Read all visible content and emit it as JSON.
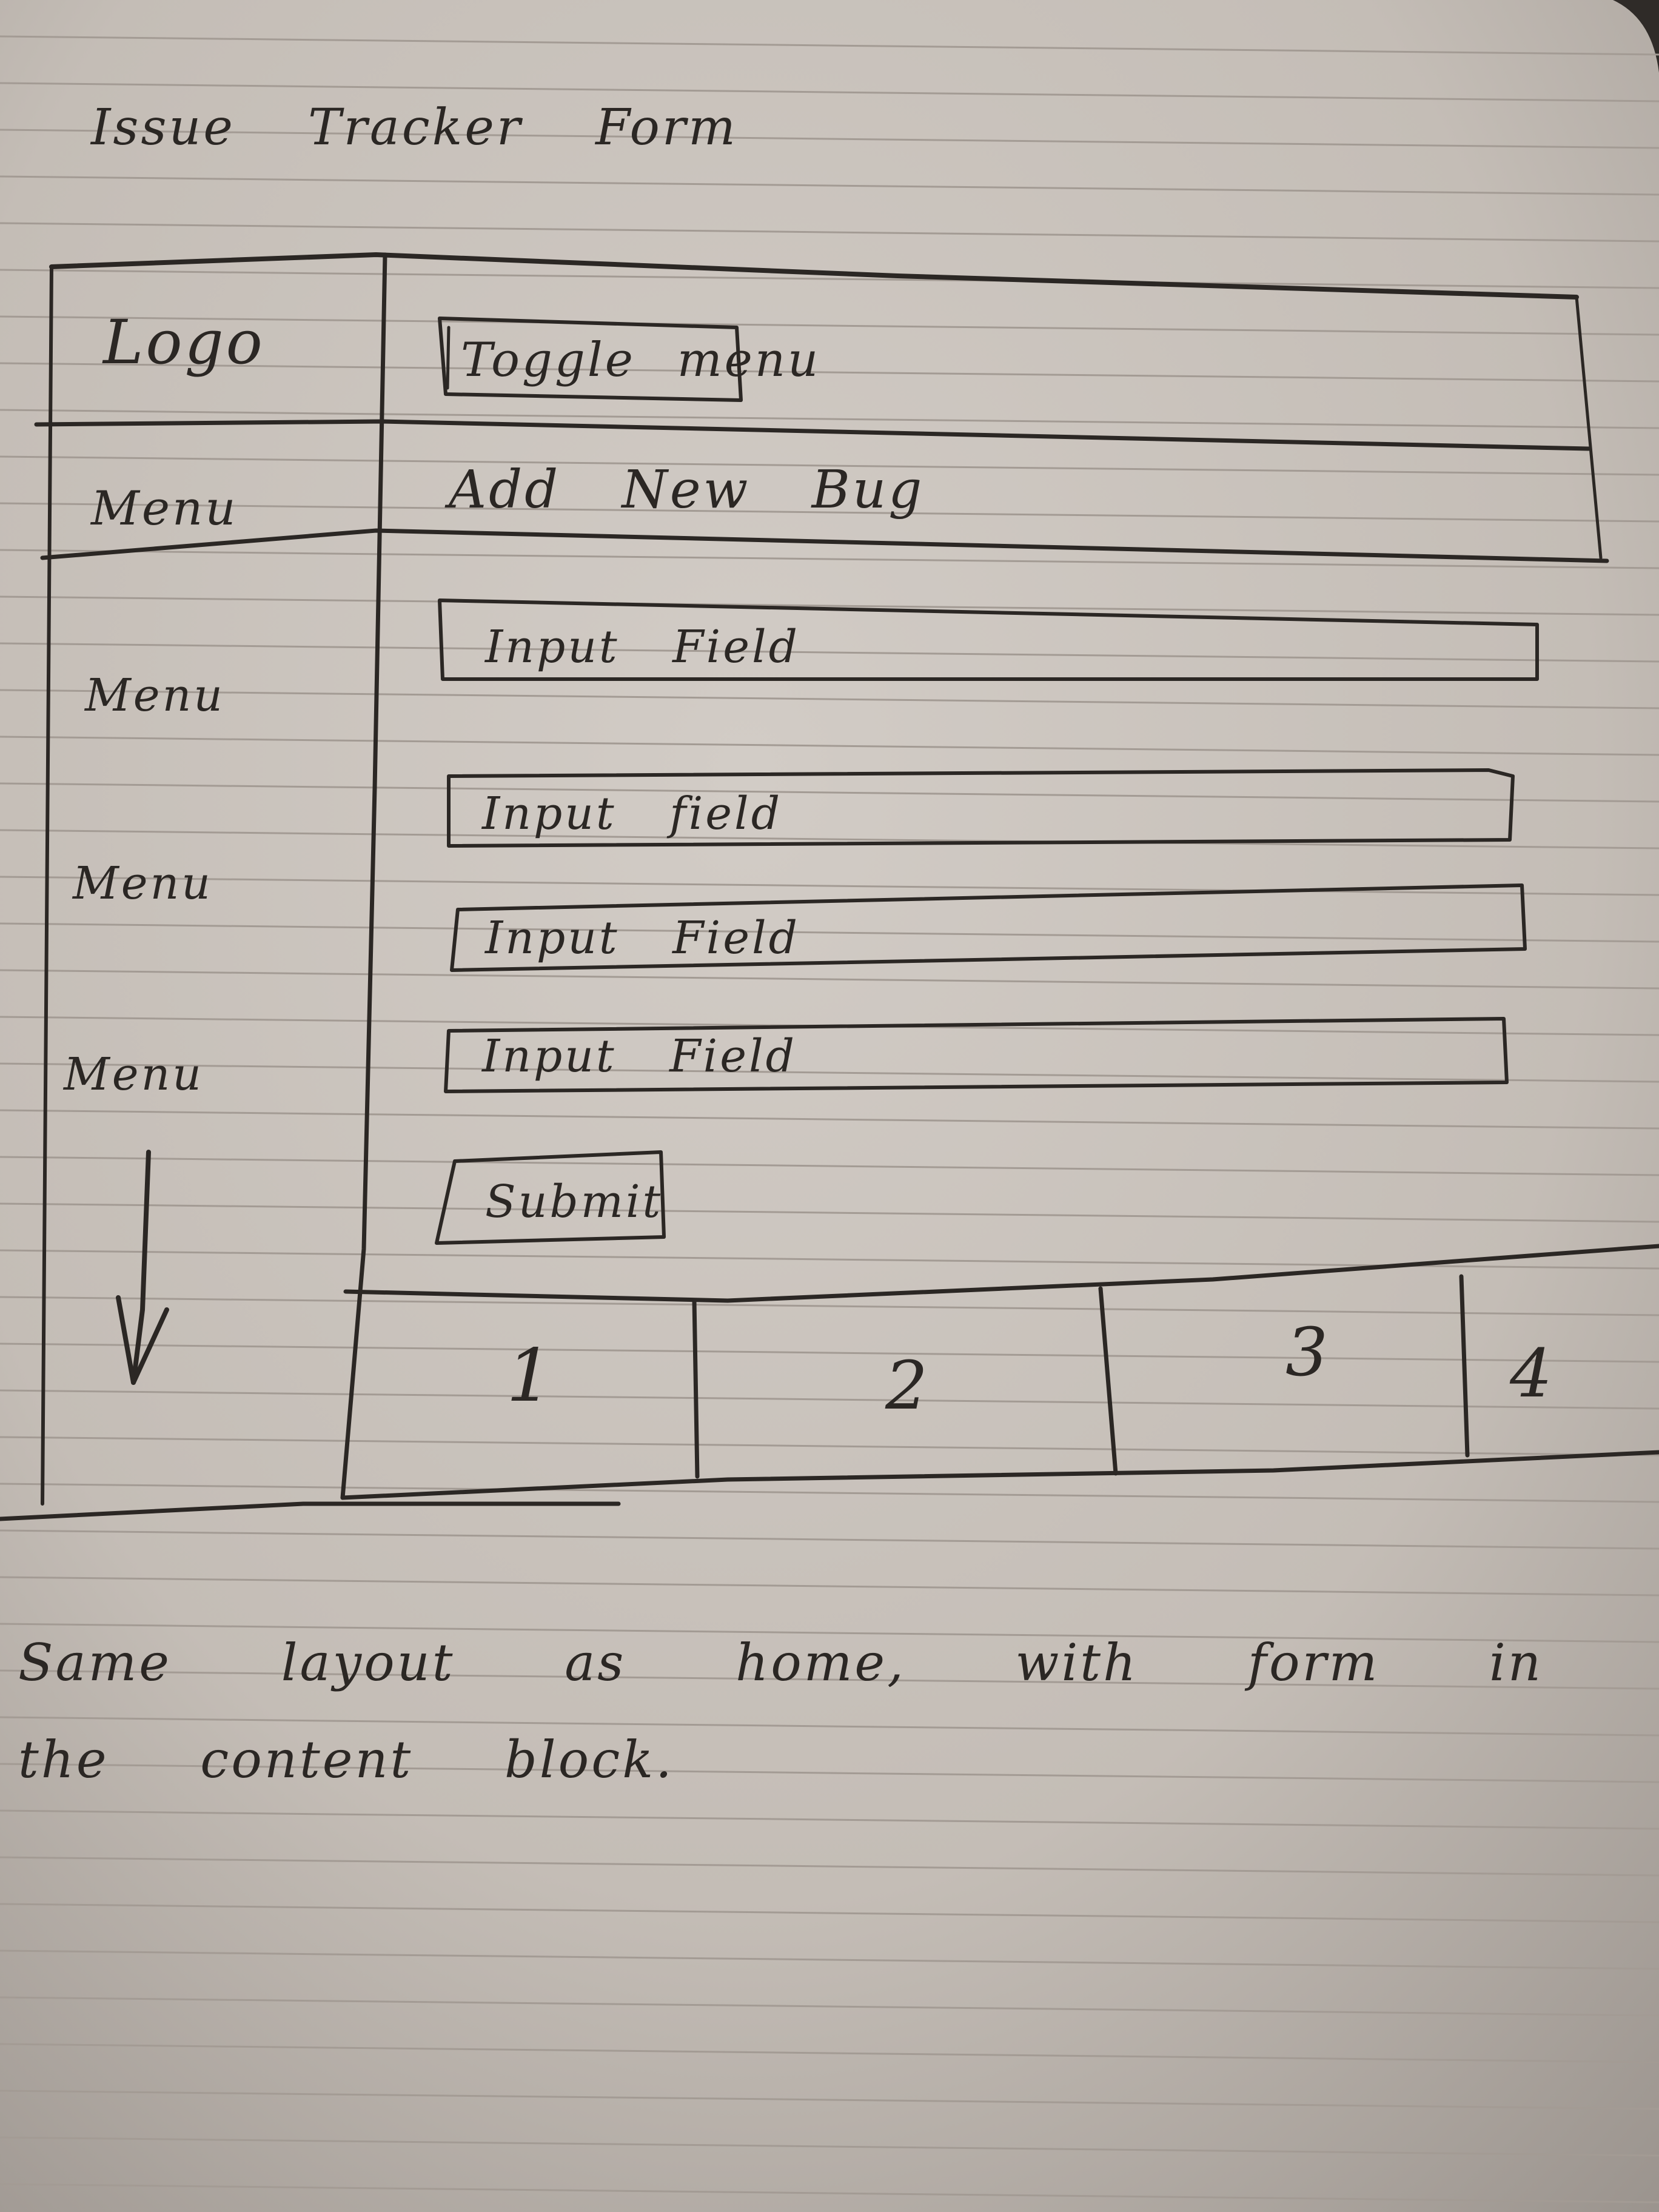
{
  "sketch": {
    "heading": "Issue Tracker Form",
    "logo": "Logo",
    "toggle_button": "Toggle menu",
    "menu_items": [
      "Menu",
      "Menu",
      "Menu",
      "Menu"
    ],
    "form_title": "Add New Bug",
    "input_fields": [
      "Input Field",
      "Input field",
      "Input Field",
      "Input Field"
    ],
    "submit_button": "Submit",
    "footer_blocks": [
      "1",
      "2",
      "3",
      "4"
    ],
    "note_line_1": "Same layout as home, with form in",
    "note_line_2": "the content block."
  },
  "colors": {
    "paper": "#c9c2bb",
    "ink": "#2b2724",
    "ruled_line": "#a39b94",
    "background": "#4a4643"
  }
}
